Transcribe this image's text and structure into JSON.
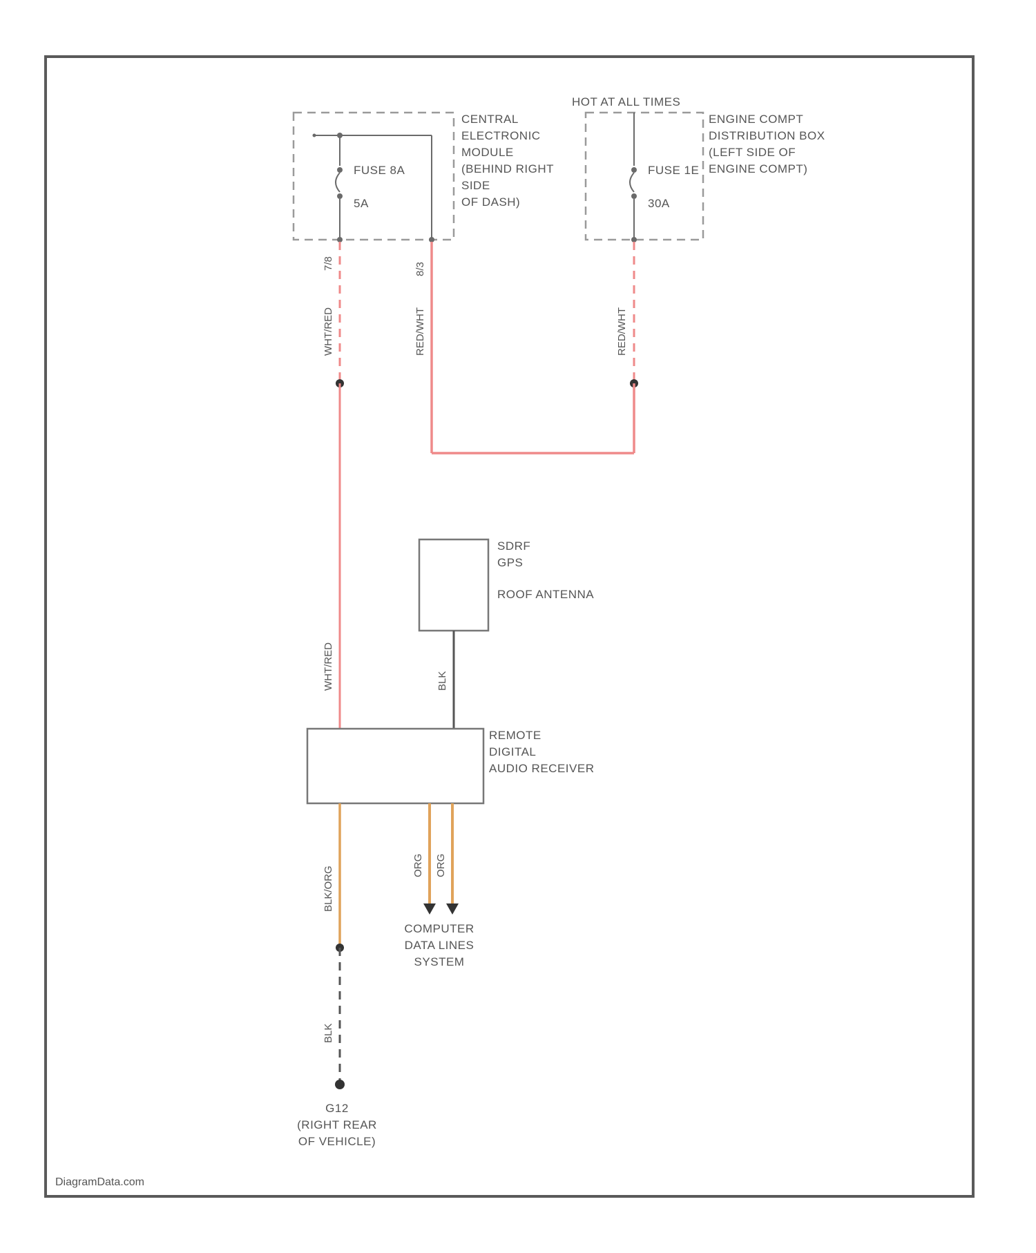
{
  "diagram": {
    "watermark": "DiagramData.com",
    "colors": {
      "frame": "#5a5a5a",
      "red_wire": "#ef8a8a",
      "orange_wire": "#e0a35a",
      "black_wire": "#555555",
      "dashed_box": "#9a9a9a",
      "text": "#555555"
    },
    "hot_label": "HOT AT ALL TIMES",
    "cem": {
      "label": [
        "CENTRAL",
        "ELECTRONIC",
        "MODULE",
        "(BEHIND RIGHT",
        "SIDE",
        "OF DASH)"
      ],
      "fuse_name": "FUSE 8A",
      "fuse_rating": "5A"
    },
    "engine_box": {
      "label": [
        "ENGINE COMPT",
        "DISTRIBUTION BOX",
        "(LEFT SIDE OF",
        "ENGINE COMPT)"
      ],
      "fuse_name": "FUSE 1E",
      "fuse_rating": "30A"
    },
    "wires": {
      "cem_left_pin": "7/8",
      "cem_right_pin": "8/3",
      "wht_red_upper": "WHT/RED",
      "red_wht_left": "RED/WHT",
      "red_wht_right": "RED/WHT",
      "wht_red_lower": "WHT/RED",
      "blk_antenna": "BLK",
      "blk_org": "BLK/ORG",
      "org_1": "ORG",
      "org_2": "ORG",
      "blk_ground": "BLK"
    },
    "antenna": {
      "label": [
        "SDRF",
        "GPS",
        "ROOF ANTENNA"
      ]
    },
    "receiver": {
      "label": [
        "REMOTE",
        "DIGITAL",
        "AUDIO RECEIVER"
      ]
    },
    "data_lines": {
      "label": [
        "COMPUTER",
        "DATA LINES",
        "SYSTEM"
      ]
    },
    "ground": {
      "label": [
        "G12",
        "(RIGHT REAR",
        "OF VEHICLE)"
      ]
    }
  }
}
